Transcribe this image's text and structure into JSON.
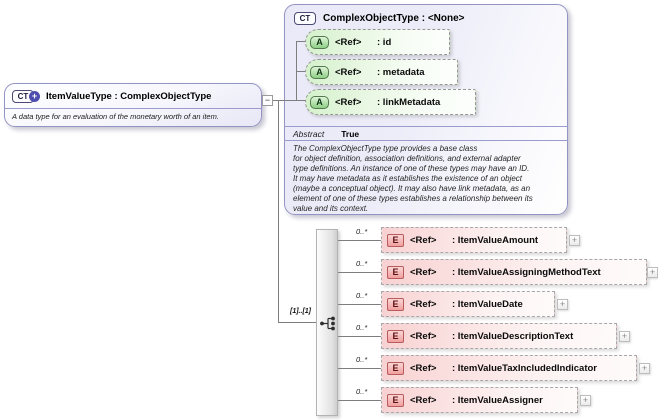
{
  "colors": {
    "type_box_fill": "#e9e9f8",
    "type_box_border": "#9494c4",
    "attribute_fill": "#d4f1cb",
    "element_fill": "#f8d1d1",
    "attribute_icon": "#8ecf85",
    "element_icon": "#efa0a0",
    "ct_plus_badge": "#4d4dae",
    "connector": "#7e7e7e"
  },
  "main_type": {
    "kind_icon": "CT",
    "kind_plus": "+",
    "title": "ItemValueType : ComplexObjectType",
    "description": "A data type for an evaluation of the monetary worth of an item.",
    "collapse_glyph": "−"
  },
  "base_type": {
    "kind_icon": "CT",
    "title": "ComplexObjectType : <None>",
    "attributes": [
      {
        "kind_icon": "A",
        "ref_label": "<Ref>",
        "name": ": id"
      },
      {
        "kind_icon": "A",
        "ref_label": "<Ref>",
        "name": ": metadata"
      },
      {
        "kind_icon": "A",
        "ref_label": "<Ref>",
        "name": ": linkMetadata"
      }
    ],
    "facets": {
      "label": "Abstract",
      "value": "True"
    },
    "documentation": "The ComplexObjectType type provides a base class\nfor object definition, association definitions, and external adapter\ntype definitions. An instance of one of these types may have an ID.\nIt may have metadata as it establishes the existence of an object\n(maybe a conceptual object). It may also have link metadata, as an\nelement of one of these types establishes a relationship between its\nvalue and its context."
  },
  "content_model": {
    "cardinality": "[1]..[1]",
    "compositor": "sequence"
  },
  "elements": [
    {
      "kind_icon": "E",
      "ref_label": "<Ref>",
      "name": ": ItemValueAmount",
      "occurs": "0..*",
      "expand_glyph": "+"
    },
    {
      "kind_icon": "E",
      "ref_label": "<Ref>",
      "name": ": ItemValueAssigningMethodText",
      "occurs": "0..*",
      "expand_glyph": "+"
    },
    {
      "kind_icon": "E",
      "ref_label": "<Ref>",
      "name": ": ItemValueDate",
      "occurs": "0..*",
      "expand_glyph": "+"
    },
    {
      "kind_icon": "E",
      "ref_label": "<Ref>",
      "name": ": ItemValueDescriptionText",
      "occurs": "0..*",
      "expand_glyph": "+"
    },
    {
      "kind_icon": "E",
      "ref_label": "<Ref>",
      "name": ": ItemValueTaxIncludedIndicator",
      "occurs": "0..*",
      "expand_glyph": "+"
    },
    {
      "kind_icon": "E",
      "ref_label": "<Ref>",
      "name": ": ItemValueAssigner",
      "occurs": "0..*",
      "expand_glyph": "+"
    }
  ]
}
